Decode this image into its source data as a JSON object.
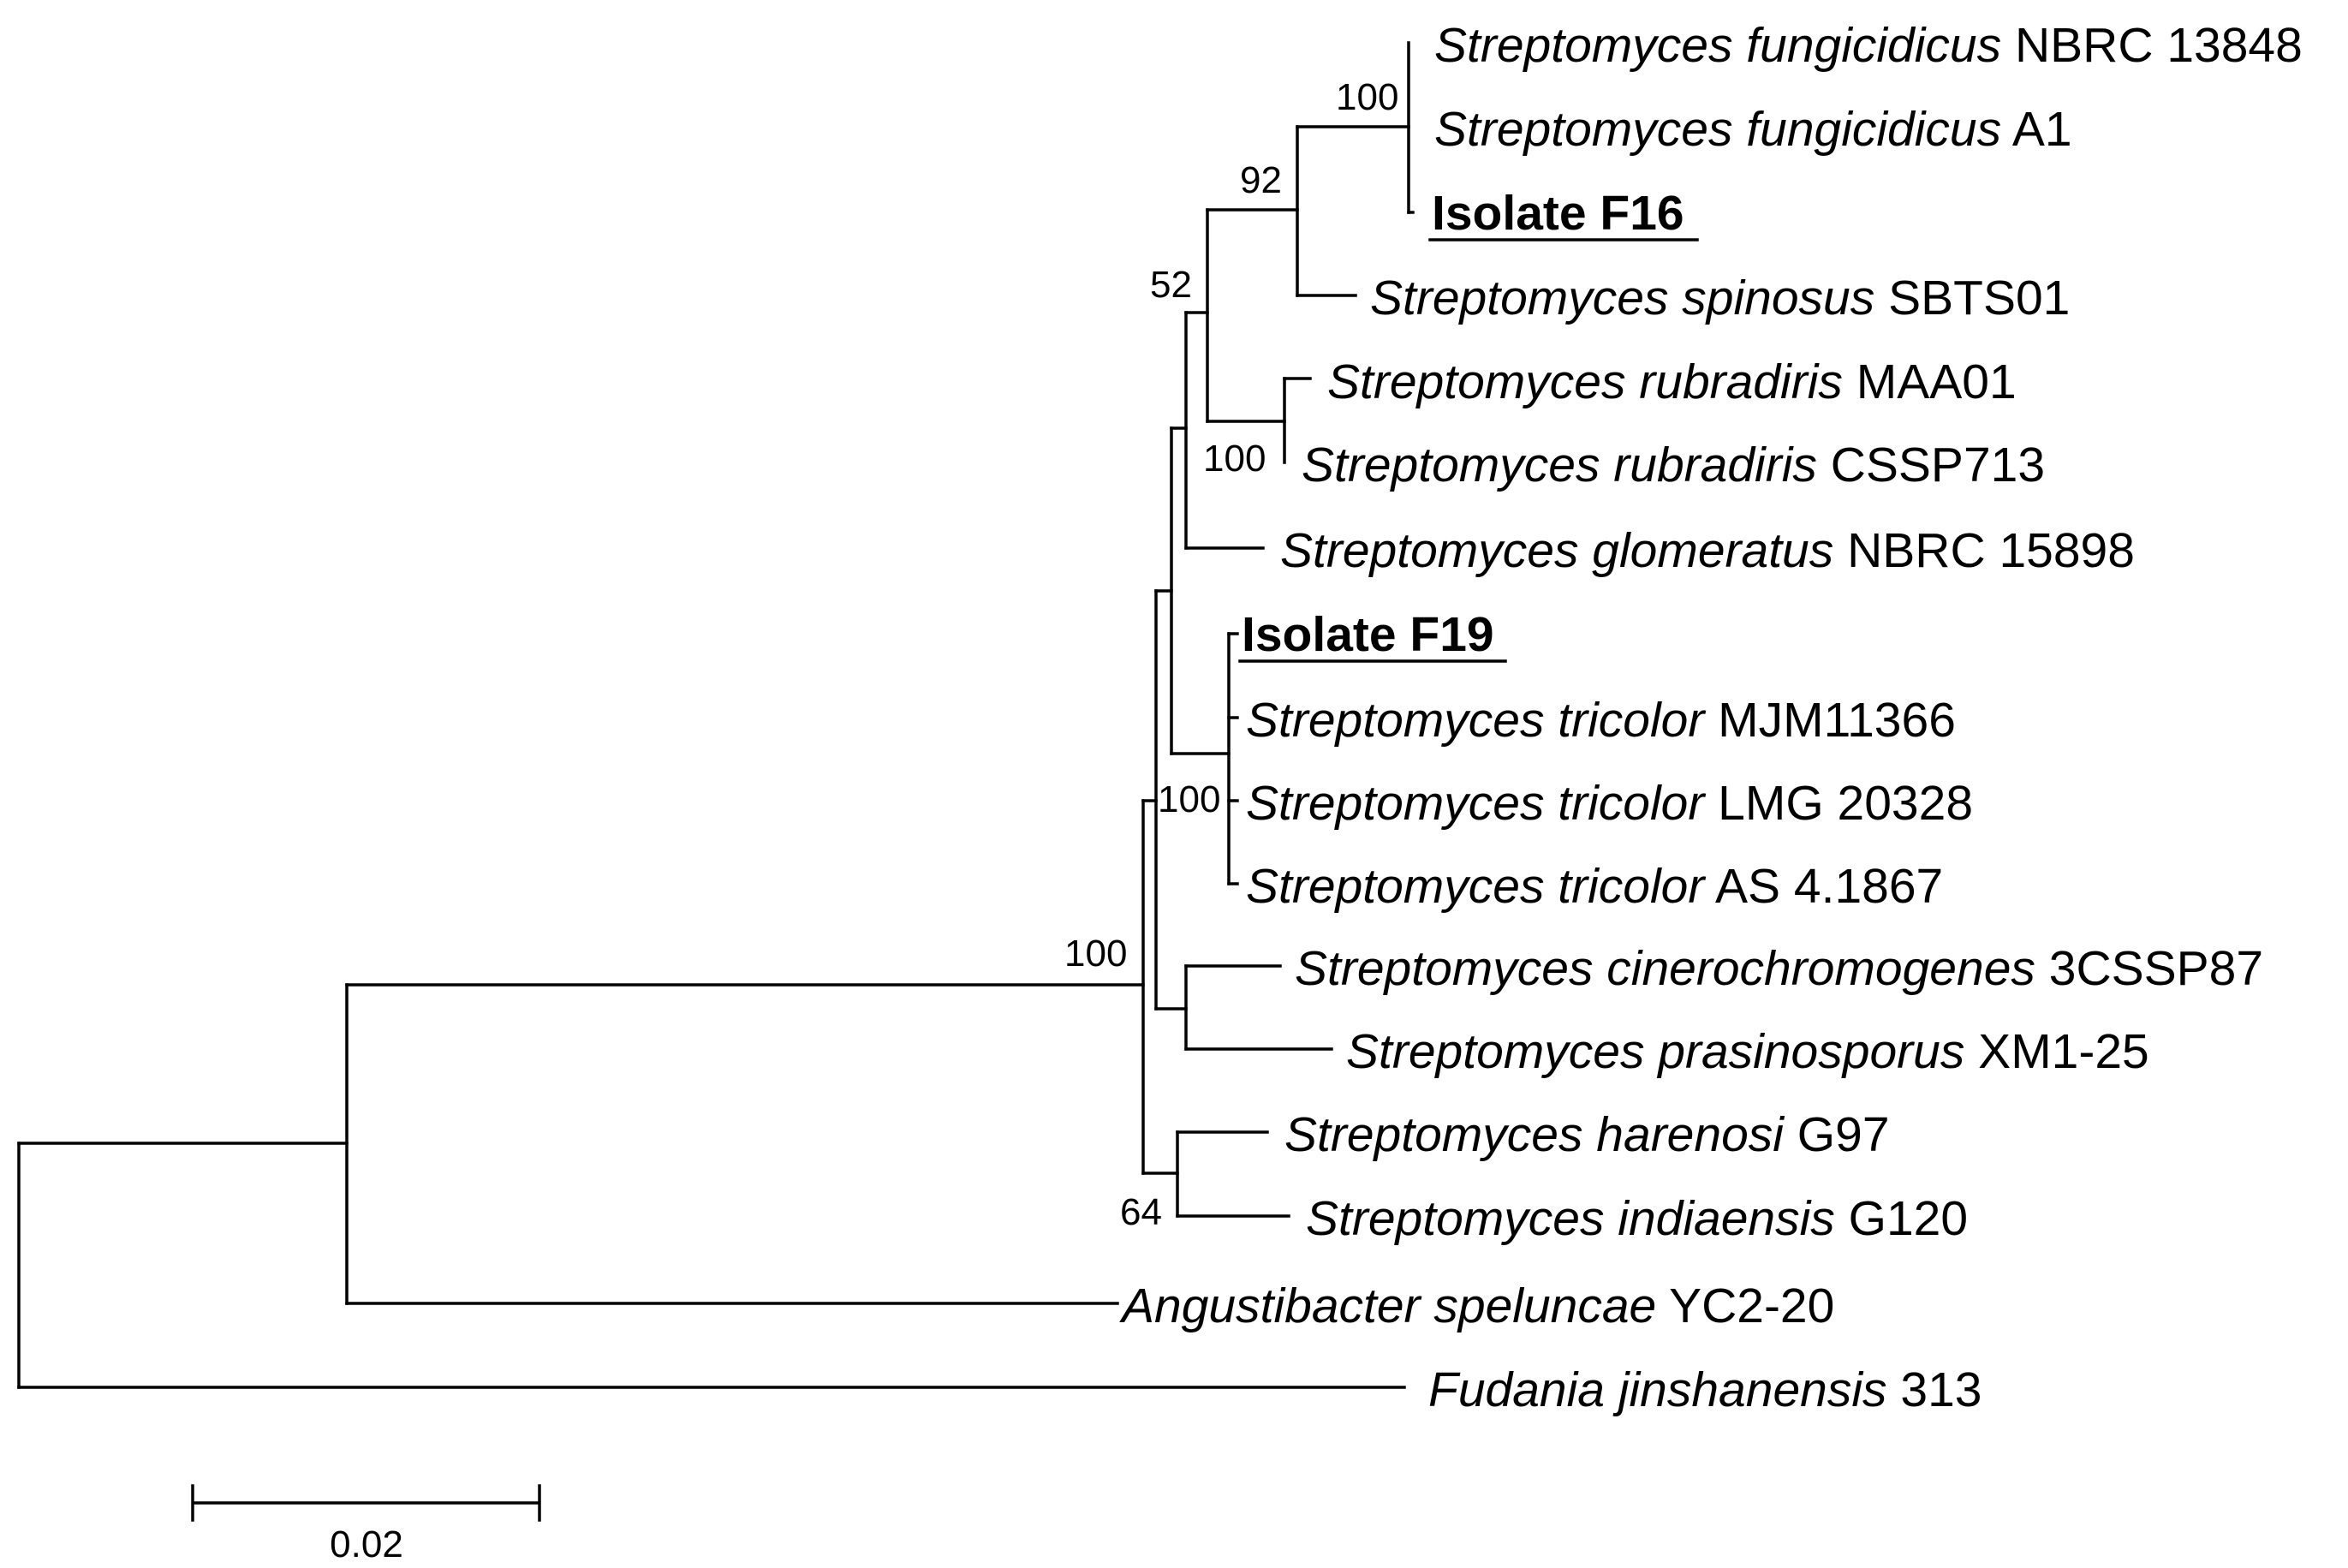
{
  "tree": {
    "leaves": [
      {
        "id": "sfung13848",
        "genus_species": "Streptomyces fungicidicus",
        "strain": "NBRC 13848"
      },
      {
        "id": "sfungA1",
        "genus_species": "Streptomyces fungicidicus",
        "strain": "A1"
      },
      {
        "id": "isoF16",
        "isolate_label": "Isolate F16"
      },
      {
        "id": "sspin",
        "genus_species": "Streptomyces spinosus",
        "strain": "SBTS01"
      },
      {
        "id": "srubMAA01",
        "genus_species": "Streptomyces rubradiris",
        "strain": "MAA01"
      },
      {
        "id": "srubCSSP713",
        "genus_species": "Streptomyces rubradiris",
        "strain": "CSSP713"
      },
      {
        "id": "sglom",
        "genus_species": "Streptomyces glomeratus",
        "strain": "NBRC 15898"
      },
      {
        "id": "isoF19",
        "isolate_label": "Isolate F19"
      },
      {
        "id": "stricMJM",
        "genus_species": "Streptomyces tricolor",
        "strain": "MJM11366"
      },
      {
        "id": "stricLMG",
        "genus_species": "Streptomyces tricolor",
        "strain": "LMG 20328"
      },
      {
        "id": "stricAS",
        "genus_species": "Streptomyces tricolor",
        "strain": "AS 4.1867"
      },
      {
        "id": "scine",
        "genus_species": "Streptomyces cinerochromogenes",
        "strain": "3CSSP87"
      },
      {
        "id": "spras",
        "genus_species": "Streptomyces prasinosporus",
        "strain": "XM1-25"
      },
      {
        "id": "sharen",
        "genus_species": "Streptomyces harenosi",
        "strain": "G97"
      },
      {
        "id": "sindia",
        "genus_species": "Streptomyces indiaensis",
        "strain": "G120"
      },
      {
        "id": "angus",
        "genus_species": "Angustibacter speluncae",
        "strain": "YC2-20"
      },
      {
        "id": "fudan",
        "genus_species": "Fudania jinshanensis",
        "strain": "313"
      }
    ],
    "bootstrap_values": {
      "fungicidicus_clade": "100",
      "fungicidicus_spinosus_clade": "92",
      "upper_clade": "52",
      "rubradiris_clade": "100",
      "tricolor_clade": "100",
      "streptomyces_clade": "100",
      "harenosi_indiaensis_clade": "64"
    }
  },
  "scale_bar": {
    "label": "0.02"
  }
}
